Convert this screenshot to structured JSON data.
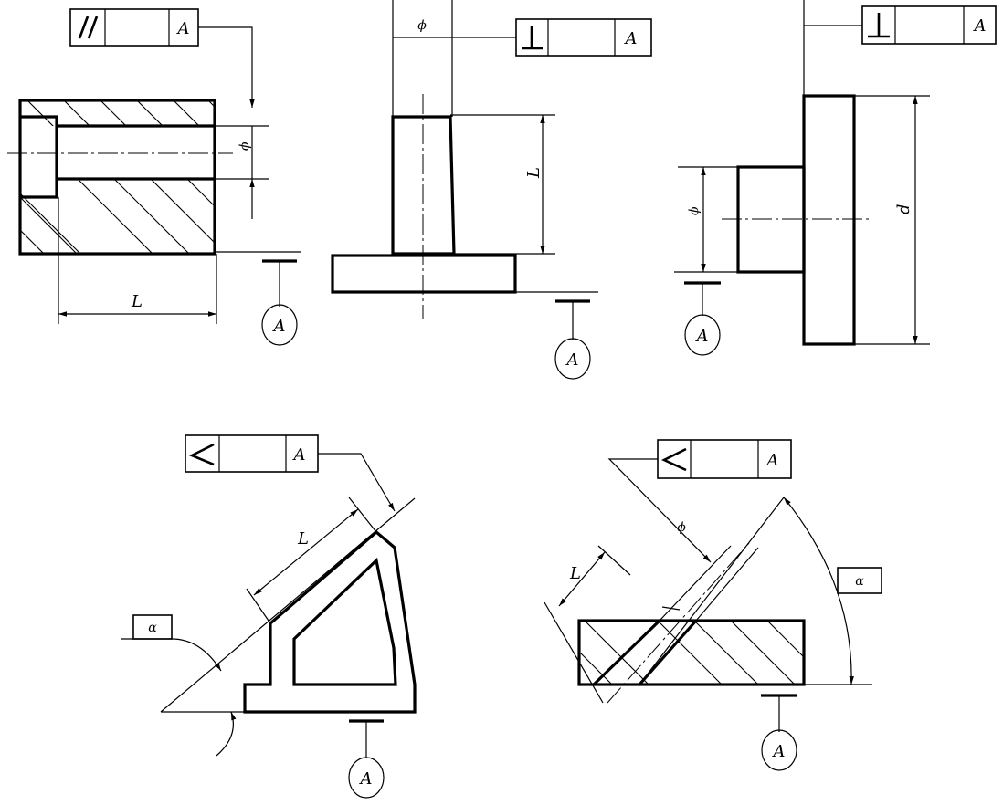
{
  "datum_letter": "A",
  "labels": {
    "length": "L",
    "diameter": "ϕ",
    "big_diameter": "d",
    "angle": "α"
  },
  "frames": [
    {
      "id": "parallelism",
      "symbol": "parallel-icon",
      "datum": "A"
    },
    {
      "id": "perpendicularity-1",
      "symbol": "perpendicular-icon",
      "datum": "A"
    },
    {
      "id": "perpendicularity-2",
      "symbol": "perpendicular-icon",
      "datum": "A"
    },
    {
      "id": "angularity-1",
      "symbol": "angle-icon",
      "datum": "A"
    },
    {
      "id": "angularity-2",
      "symbol": "angle-icon",
      "datum": "A"
    }
  ],
  "colors": {
    "ink": "#000000",
    "paper": "#ffffff"
  }
}
